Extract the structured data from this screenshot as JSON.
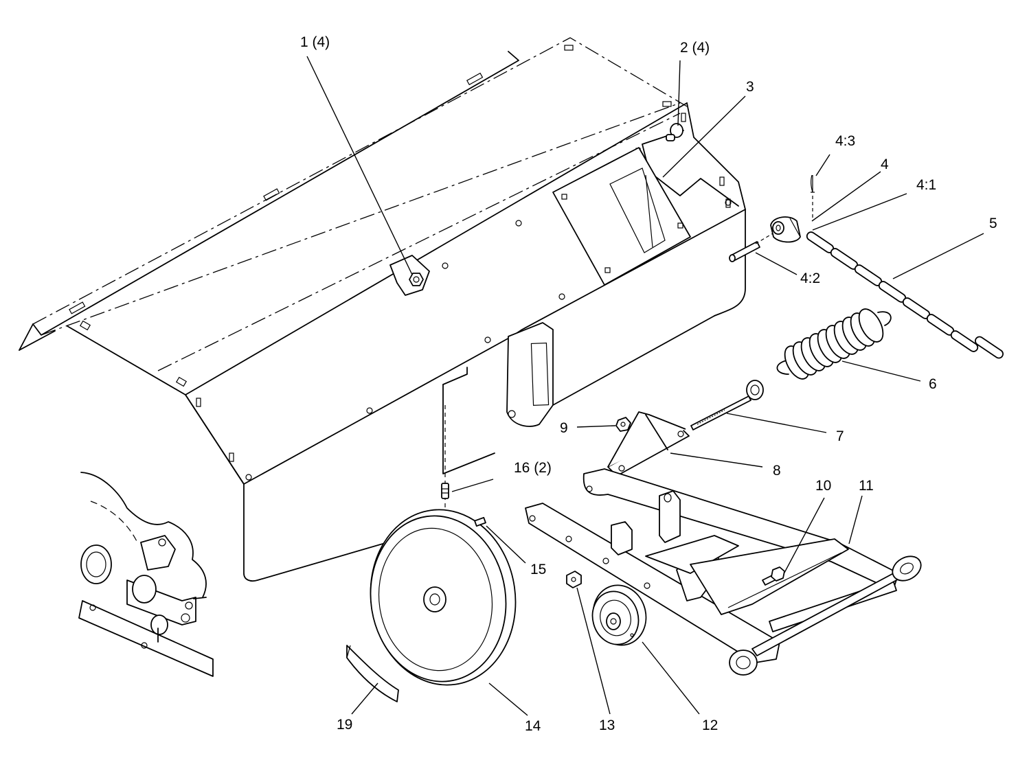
{
  "callouts": [
    {
      "id": "c1",
      "label": "1 (4)"
    },
    {
      "id": "c2",
      "label": "2 (4)"
    },
    {
      "id": "c3",
      "label": "3"
    },
    {
      "id": "c4_3",
      "label": "4:3"
    },
    {
      "id": "c4",
      "label": "4"
    },
    {
      "id": "c4_1",
      "label": "4:1"
    },
    {
      "id": "c5",
      "label": "5"
    },
    {
      "id": "c4_2",
      "label": "4:2"
    },
    {
      "id": "c6",
      "label": "6"
    },
    {
      "id": "c9",
      "label": "9"
    },
    {
      "id": "c7",
      "label": "7"
    },
    {
      "id": "c16",
      "label": "16 (2)"
    },
    {
      "id": "c8",
      "label": "8"
    },
    {
      "id": "c10",
      "label": "10"
    },
    {
      "id": "c11",
      "label": "11"
    },
    {
      "id": "c15",
      "label": "15"
    },
    {
      "id": "c19",
      "label": "19"
    },
    {
      "id": "c14",
      "label": "14"
    },
    {
      "id": "c13",
      "label": "13"
    },
    {
      "id": "c12",
      "label": "12"
    }
  ]
}
